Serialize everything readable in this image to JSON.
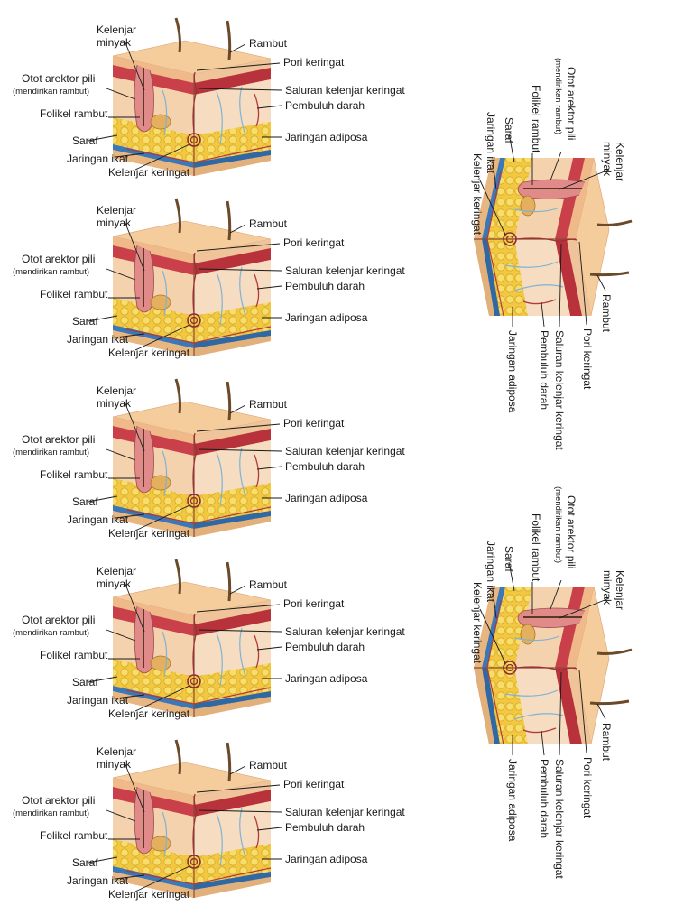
{
  "labels": {
    "kelenjar_minyak_1": "Kelenjar",
    "kelenjar_minyak_2": "minyak",
    "otot_1": "Otot arektor pili",
    "otot_2": "(mendirikan rambut)",
    "folikel": "Folikel rambut",
    "saraf": "Saraf",
    "jaringan_ikat": "Jaringan ikat",
    "kelenjar_keringat": "Kelenjar keringat",
    "rambut": "Rambut",
    "pori": "Pori keringat",
    "saluran": "Saluran kelenjar keringat",
    "pembuluh": "Pembuluh darah",
    "adiposa": "Jaringan adiposa"
  },
  "colors": {
    "epidermis_top": "#f5cc9c",
    "epidermis_face": "#efb98a",
    "red_layer": "#c9404a",
    "dermis": "#f3d2ad",
    "adipose": "#f1c840",
    "base_blue": "#3a78b8",
    "vessel": "#b23a3a",
    "nerve": "#7fb3d6"
  },
  "diagrams": [
    {
      "id": "skin-diagram-1",
      "orientation": "upright"
    },
    {
      "id": "skin-diagram-2",
      "orientation": "upright"
    },
    {
      "id": "skin-diagram-3",
      "orientation": "upright"
    },
    {
      "id": "skin-diagram-4",
      "orientation": "upright"
    },
    {
      "id": "skin-diagram-5",
      "orientation": "upright"
    },
    {
      "id": "skin-diagram-rotated-1",
      "orientation": "rotated-90"
    },
    {
      "id": "skin-diagram-rotated-2",
      "orientation": "rotated-90"
    }
  ]
}
